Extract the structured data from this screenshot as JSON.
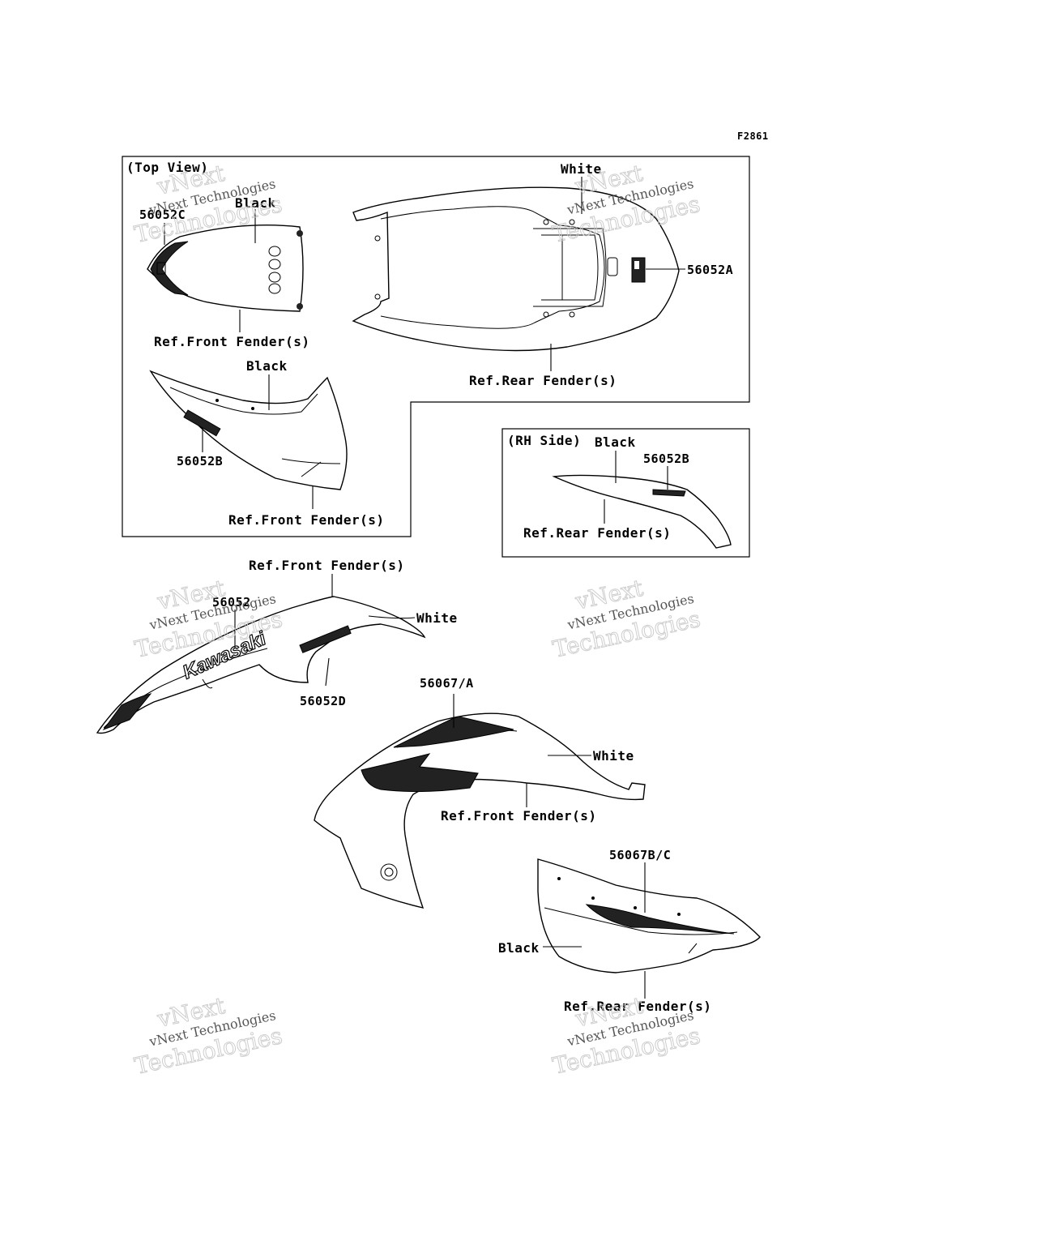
{
  "figure_code": "F2861",
  "panels": {
    "top_view": {
      "caption": "(Top View)"
    },
    "rh_side": {
      "caption": "(RH Side)"
    }
  },
  "labels": {
    "white_top": "White",
    "black_top": "Black",
    "code_56052C": "56052C",
    "code_56052A": "56052A",
    "ref_front_fender_1": "Ref.Front Fender(s)",
    "ref_rear_fender_1": "Ref.Rear Fender(s)",
    "black_left": "Black",
    "code_56052B_left": "56052B",
    "ref_front_fender_2": "Ref.Front Fender(s)",
    "black_rh": "Black",
    "code_56052B_rh": "56052B",
    "ref_rear_fender_rh": "Ref.Rear Fender(s)",
    "ref_front_fender_3": "Ref.Front Fender(s)",
    "code_56052": "56052",
    "white_mid": "White",
    "code_56052D": "56052D",
    "code_56067A": "56067/A",
    "white_lower": "White",
    "ref_front_fender_4": "Ref.Front Fender(s)",
    "code_56067BC": "56067B/C",
    "black_lower": "Black",
    "ref_rear_fender_lower": "Ref.Rear Fender(s)"
  },
  "decal_text": {
    "kawasaki": "Kawasaki"
  },
  "watermark": {
    "line1": "vNext",
    "line2": "vNext Technologies",
    "line3": "Technologies"
  }
}
